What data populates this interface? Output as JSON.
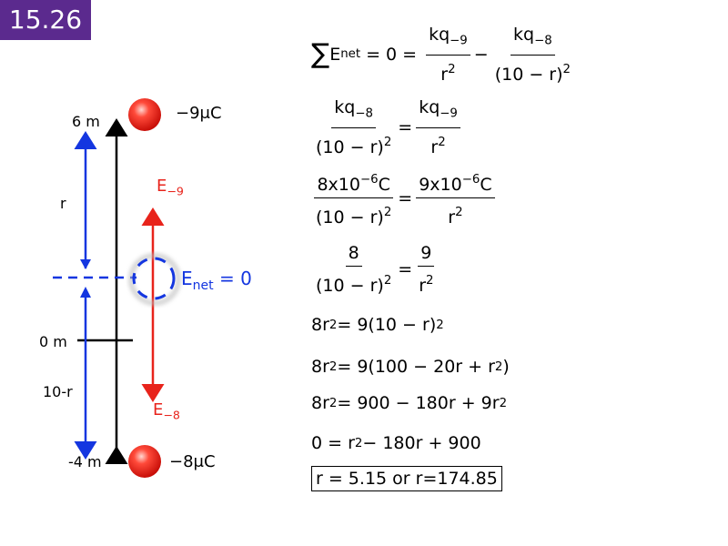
{
  "slide_number": "15.26",
  "diagram": {
    "charges": [
      {
        "label": "−9μC",
        "position": "6 m"
      },
      {
        "label": "−8μC",
        "position": "-4 m"
      }
    ],
    "axis_labels": {
      "top": "6 m",
      "zero": "0 m",
      "bottom": "-4 m"
    },
    "distance_labels": {
      "upper": "r",
      "lower": "10-r"
    },
    "field_labels": {
      "upper_E": "E",
      "upper_sub": "−9",
      "lower_E": "E",
      "lower_sub": "−8"
    },
    "net_label": {
      "E": "E",
      "sub": "net",
      "rest": " = 0"
    },
    "colors": {
      "blue": "#1436e0",
      "red": "#e8231b",
      "badge": "#5b2a8e"
    }
  },
  "equations": {
    "eq1": {
      "sigma": "∑",
      "lhs": "E",
      "lhs_sub": "net",
      "eq0": "= 0 =",
      "f1_num": "kq",
      "f1_num_sub": "−9",
      "f1_den": "r",
      "f1_den_sup": "2",
      "minus": "−",
      "f2_num": "kq",
      "f2_num_sub": "−8",
      "f2_den": "(10 − r)",
      "f2_den_sup": "2"
    },
    "eq2": {
      "l_num": "kq",
      "l_num_sub": "−8",
      "l_den": "(10 − r)",
      "l_den_sup": "2",
      "eq": "=",
      "r_num": "kq",
      "r_num_sub": "−9",
      "r_den": "r",
      "r_den_sup": "2"
    },
    "eq3": {
      "l_num": "8x10",
      "l_num_sup": "−6",
      "l_num_tail": "C",
      "l_den": "(10 − r)",
      "l_den_sup": "2",
      "eq": "=",
      "r_num": "9x10",
      "r_num_sup": "−6",
      "r_num_tail": "C",
      "r_den": "r",
      "r_den_sup": "2"
    },
    "eq4": {
      "l_num": "8",
      "l_den": "(10 − r)",
      "l_den_sup": "2",
      "eq": "=",
      "r_num": "9",
      "r_den": "r",
      "r_den_sup": "2"
    },
    "eq5": {
      "a": "8r",
      "a_sup": "2",
      "b": " = 9(10 − r)",
      "b_sup": "2"
    },
    "eq6": {
      "a": "8r",
      "a_sup": "2",
      "b": " = 9(100 − 20r + r",
      "b_sup": "2",
      "c": ")"
    },
    "eq7": {
      "a": "8r",
      "a_sup": "2",
      "b": " = 900 − 180r + 9r",
      "b_sup": "2"
    },
    "eq8": {
      "a": "0 = r",
      "a_sup": "2",
      "b": " − 180r + 900"
    },
    "answer": "r = 5.15 or r=174.85"
  }
}
